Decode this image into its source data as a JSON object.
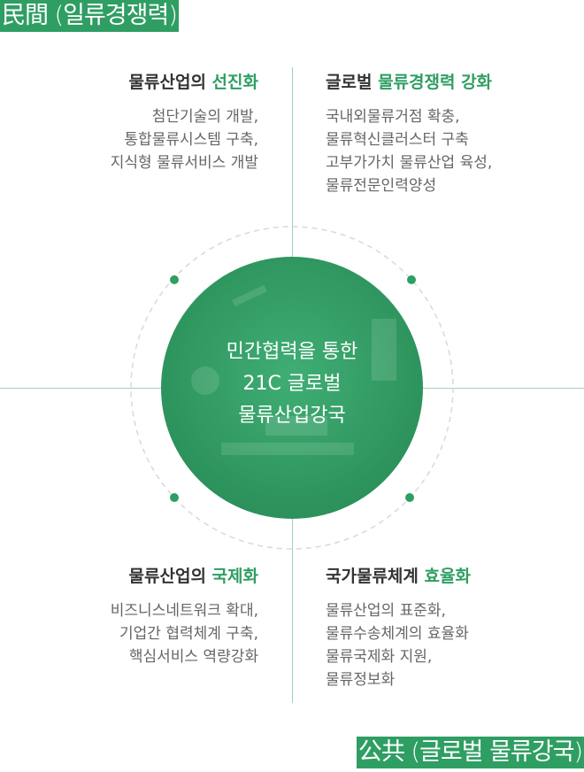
{
  "tags": {
    "top": "民間 (일류경쟁력)",
    "bottom": "公共 (글로벌 물류강국)"
  },
  "center": {
    "lines": [
      "민간협력을 통한",
      "21C 글로벌",
      "물류산업강국"
    ]
  },
  "quadrants": {
    "top_left": {
      "title": "물류산업의 ",
      "highlight": "선진화",
      "lines": [
        "첨단기술의 개발,",
        "통합물류시스템 구축,",
        "지식형 물류서비스 개발"
      ]
    },
    "top_right": {
      "title": "글로벌 ",
      "highlight": "물류경쟁력 강화",
      "lines": [
        "국내외물류거점 확충,",
        "물류혁신클러스터 구축",
        "고부가가치 물류산업 육성,",
        "물류전문인력양성"
      ]
    },
    "bottom_left": {
      "title": "물류산업의 ",
      "highlight": "국제화",
      "lines": [
        "비즈니스네트워크 확대,",
        "기업간 협력체계 구축,",
        "핵심서비스 역량강화"
      ]
    },
    "bottom_right": {
      "title": "국가물류체계 ",
      "highlight": "효율화",
      "lines": [
        "물류산업의 표준화,",
        "물류수송체계의 효율화",
        "물류국제화 지원,",
        "물류정보화"
      ]
    }
  },
  "colors": {
    "accent": "#2f9e63",
    "axis": "#9fd3b6",
    "dashed_ring": "#d9d9d9"
  }
}
